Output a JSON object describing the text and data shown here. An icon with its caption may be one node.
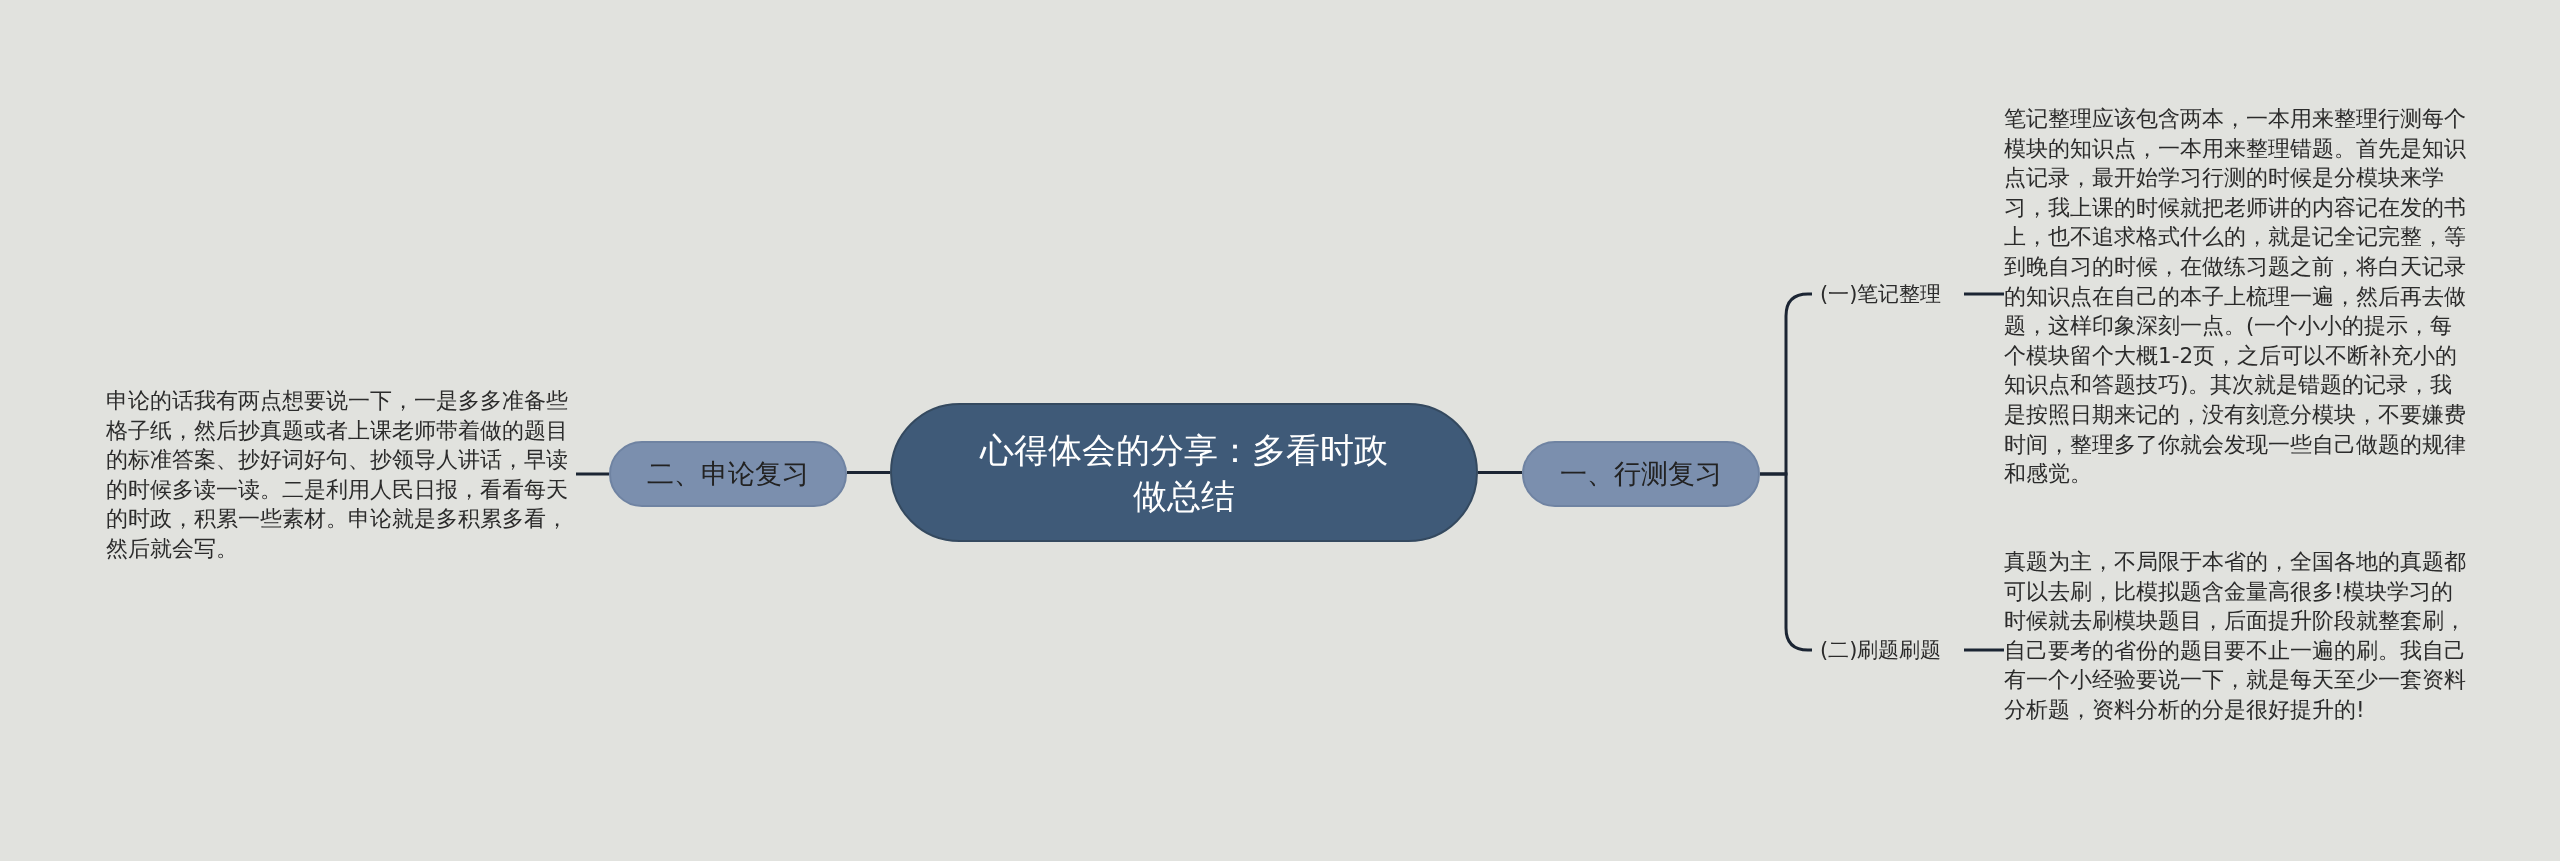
{
  "diagram": {
    "nodes": [
      {
        "text": [
          "心得体会的分享：多看时政做总结"
        ]
      },
      {
        "text": [
          "一、行测复习"
        ]
      },
      {
        "text": [
          "(一)笔记整理"
        ]
      },
      {
        "text": [
          "笔记整理应该包含两本，一本用来整理行测每个模块的知识点，一本用来整理错题。首先是知识点记录，最开始学习行测的时候是分模块来学习，我上课的时候就把老师讲的内容记在发的书上，也不追求格式什么的，就是记全记完整，等到晚自习的时候，在做练习题之前，将白天记录的知识点在自己的本子上梳理一遍，然后再去做题，这样印象深刻一点。(一个小小的提示，每个模块留个大概1-2页，之后可以不断补充小的知识点和答题技巧)。其次就是错题的记录，我是按照日期来记的，没有刻意分模块，不要嫌费时间，整理多了你就会发现一些自己做题的规律和感觉。"
        ]
      },
      {
        "text": [
          "(二)刷题刷题"
        ]
      },
      {
        "text": [
          "真题为主，不局限于本省的，全国各地的真题都可以去刷，比模拟题含金量高很多!模块学习的时候就去刷模块题目，后面提升阶段就整套刷，自己要考的省份的题目要不止一遍的刷。我自己有一个小经验要说一下，就是每天至少一套资料分析题，资料分析的分是很好提升的!"
        ]
      },
      {
        "text": [
          "二、申论复习"
        ]
      },
      {
        "text": [
          "申论的话我有两点想要说一下，一是多多准备些格子纸，然后抄真题或者上课老师带着做的题目的标准答案、抄好词好句、抄领导人讲话，早读的时候多读一读。二是利用人民日报，看看每天的时政，积累一些素材。申论就是多积累多看，然后就会写。"
        ]
      }
    ],
    "edges": [
      {
        "from": 0,
        "to": 1,
        "arrow": "none"
      },
      {
        "from": 1,
        "to": 2,
        "arrow": "none"
      },
      {
        "from": 2,
        "to": 3,
        "arrow": "none"
      },
      {
        "from": 1,
        "to": 4,
        "arrow": "none"
      },
      {
        "from": 4,
        "to": 5,
        "arrow": "none"
      },
      {
        "from": 0,
        "to": 6,
        "arrow": "none"
      },
      {
        "from": 6,
        "to": 7,
        "arrow": "none"
      }
    ]
  }
}
